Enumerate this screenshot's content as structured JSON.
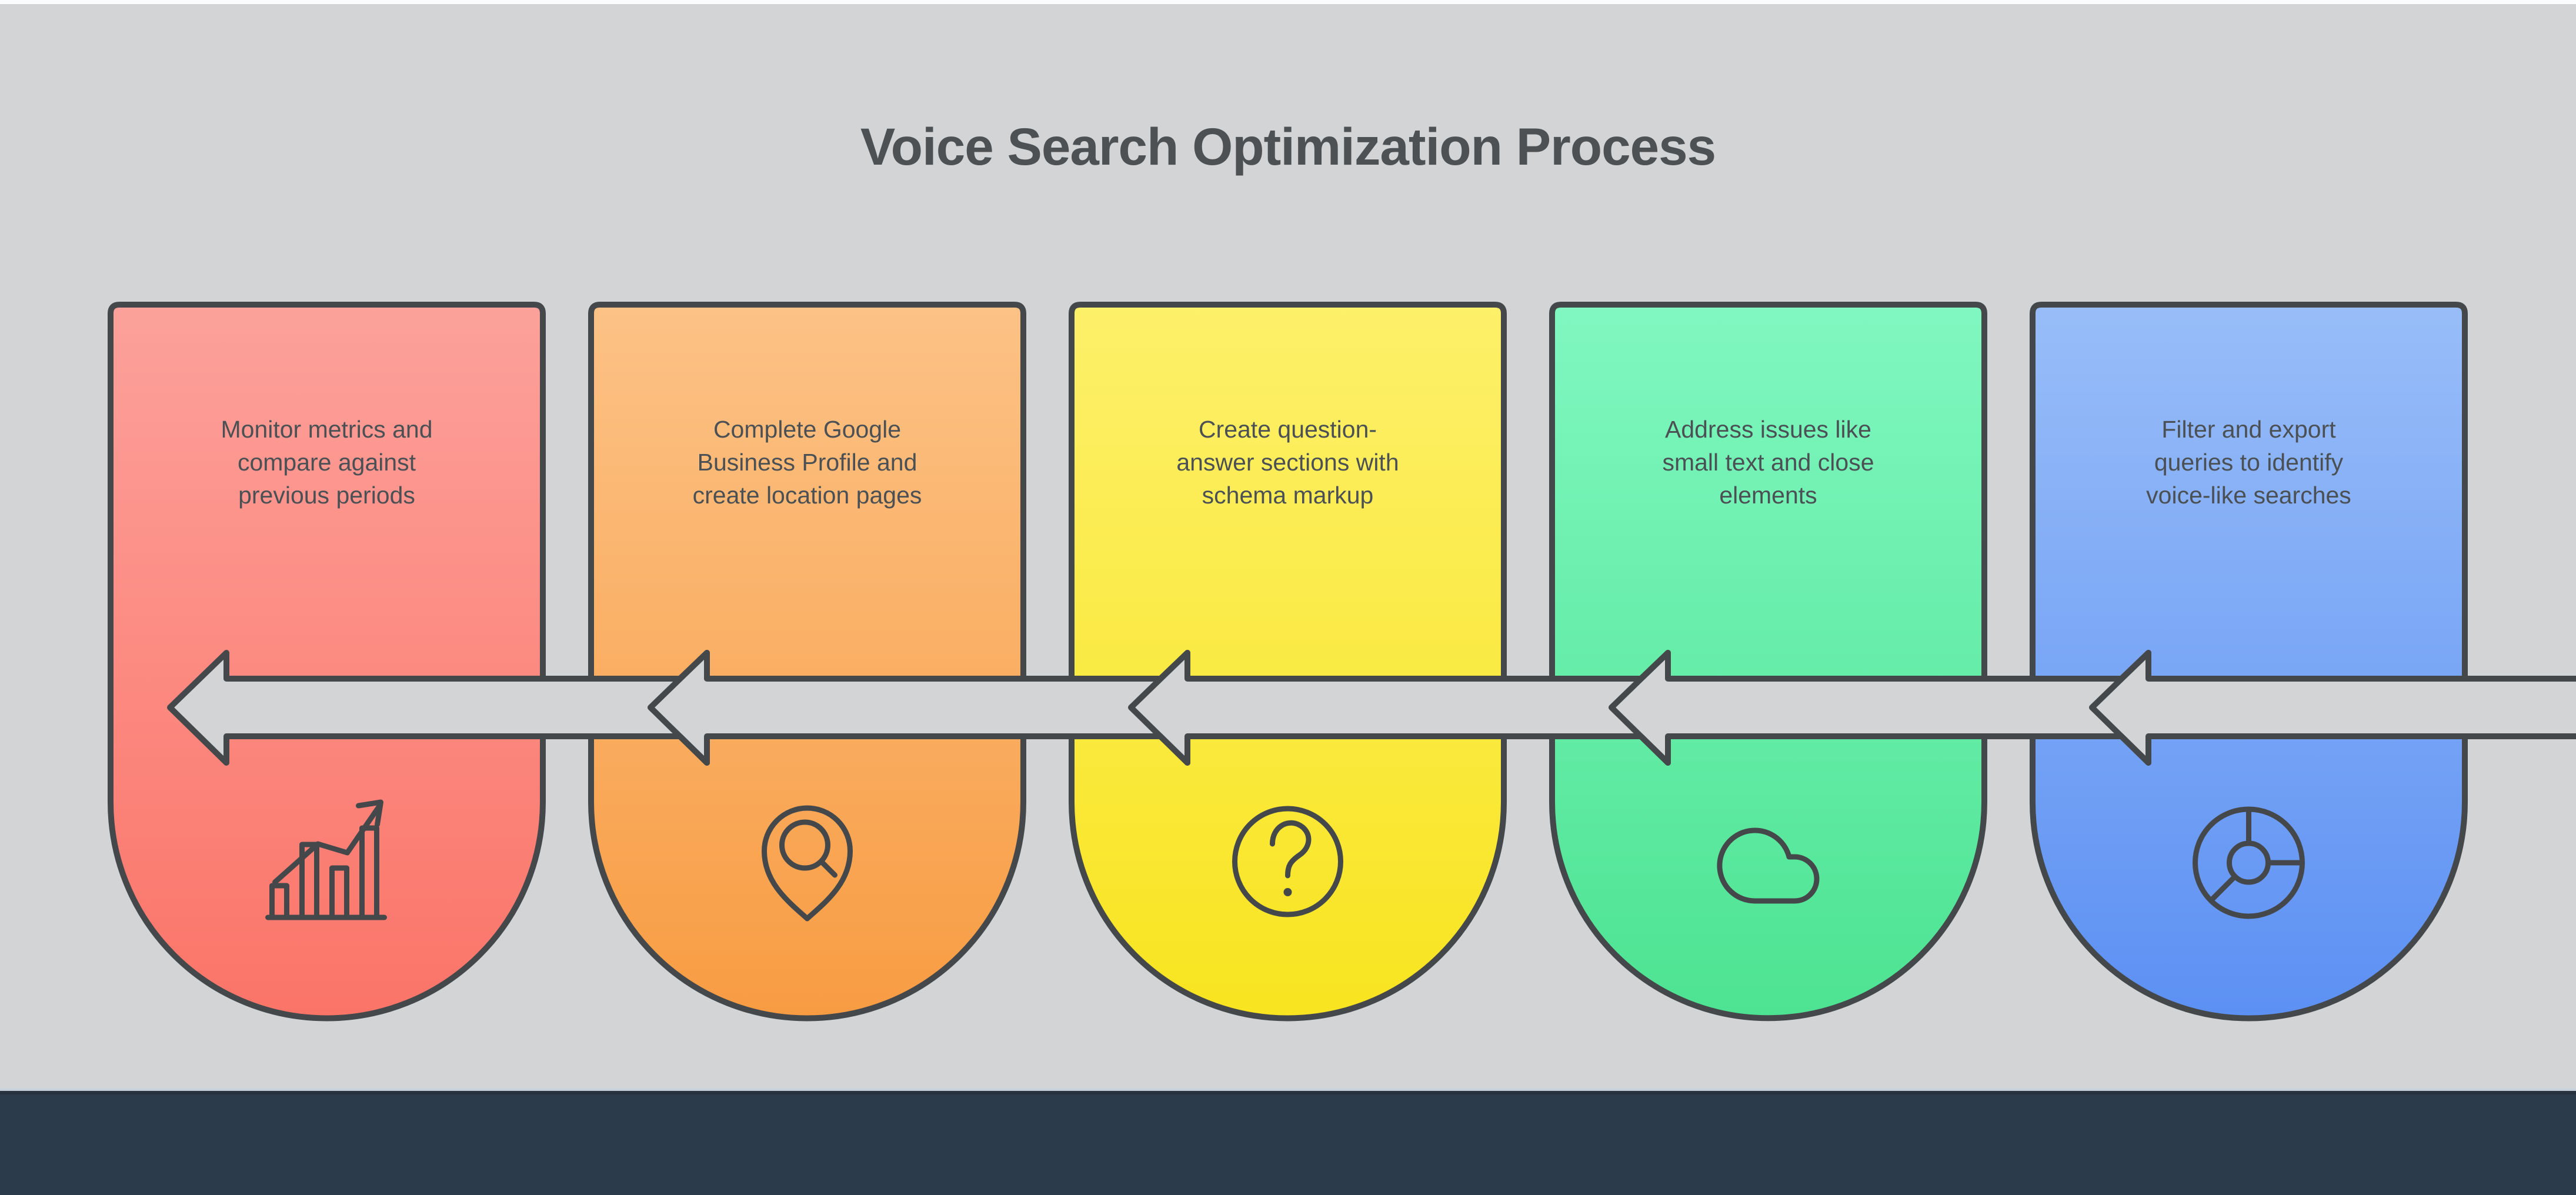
{
  "title": "Voice Search Optimization Process",
  "steps": [
    {
      "lines": [
        "Monitor metrics and",
        "compare against",
        "previous periods"
      ],
      "icon": "bar-chart-trend-icon",
      "color_top": "#fca19b",
      "color_bottom": "#fb7468"
    },
    {
      "lines": [
        "Complete Google",
        "Business Profile and",
        "create location pages"
      ],
      "icon": "location-search-icon",
      "color_top": "#fcc286",
      "color_bottom": "#f89c43"
    },
    {
      "lines": [
        "Create question-",
        "answer sections with",
        "schema markup"
      ],
      "icon": "question-circle-icon",
      "color_top": "#fdf06a",
      "color_bottom": "#f8e41f"
    },
    {
      "lines": [
        "Address issues like",
        "small text and close",
        "elements"
      ],
      "icon": "cloud-icon",
      "color_top": "#80f7c0",
      "color_bottom": "#4de392"
    },
    {
      "lines": [
        "Filter and export",
        "queries to identify",
        "voice-like searches"
      ],
      "icon": "pie-chart-icon",
      "color_top": "#98bdf8",
      "color_bottom": "#5c90f3"
    }
  ],
  "colors": {
    "background": "#d3d4d5",
    "top_strip": "#fafbfc",
    "footer_bar": "#2c3b4c",
    "outline": "#45484a",
    "text": "#4b5054",
    "title_text": "#4d5154",
    "arrow_fill": "#d3d4d5"
  }
}
